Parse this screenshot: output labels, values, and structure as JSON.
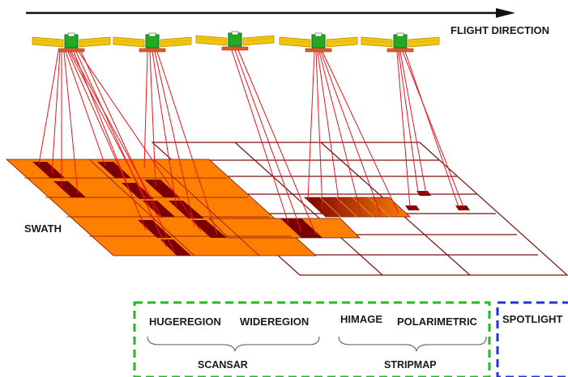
{
  "labels": {
    "flight_direction": "FLIGHT DIRECTION",
    "swath": "SWATH"
  },
  "modes": {
    "hugeregion": "HUGEREGION",
    "wideregion": "WIDEREGION",
    "himage": "HIMAGE",
    "polarimetric": "POLARIMETRIC",
    "spotlight": "SPOTLIGHT"
  },
  "groups": {
    "scansar": "SCANSAR",
    "stripmap": "STRIPMAP"
  },
  "colors": {
    "beam": "#e8141c",
    "swath_fill": "#ff8000",
    "swath_dark": "#7a0000",
    "grid_line": "#7a1010",
    "scansar_box": "#22bb22",
    "spotlight_box": "#2233dd",
    "panel": "#f2c40c",
    "sat_body": "#22aa22",
    "antenna": "#e05a20"
  },
  "icons": {
    "satellite": "satellite-icon"
  }
}
